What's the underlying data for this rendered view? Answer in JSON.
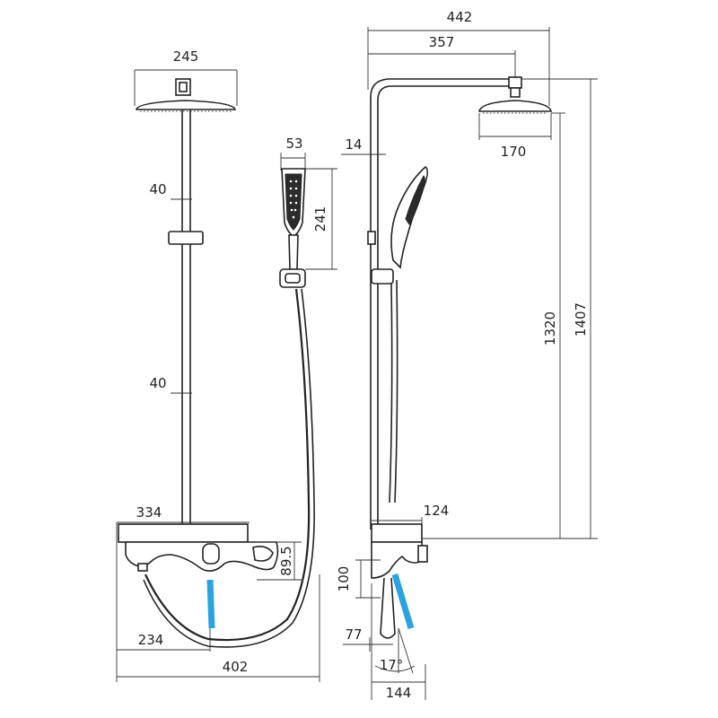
{
  "front_view": {
    "head_width": "245",
    "clamp_spacing_upper": "40",
    "clamp_spacing_lower": "40",
    "mixer_width": "334",
    "mixer_height": "89.5",
    "outlet_offset": "234",
    "overall_width": "402"
  },
  "hand_shower": {
    "width": "53",
    "length": "241"
  },
  "side_view": {
    "overall_reach": "442",
    "arm_reach": "357",
    "rail_offset": "14",
    "head_diameter": "170",
    "total_height": "1407",
    "rail_height": "1320",
    "mixer_depth": "124",
    "spout_height": "100",
    "spout_offset": "77",
    "spout_angle": "17°",
    "base_depth": "144"
  },
  "colors": {
    "line": "#222222",
    "water_jet": "#2aa3e0"
  }
}
